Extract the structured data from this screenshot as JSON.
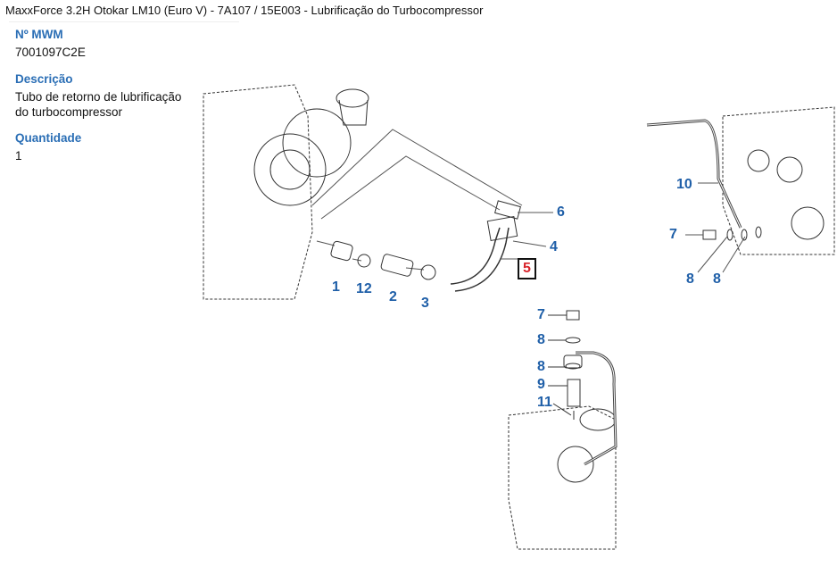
{
  "breadcrumb": "MaxxForce 3.2H Otokar LM10 (Euro V) - 7A107  /  15E003 - Lubrificação do Turbocompressor",
  "details": {
    "mwm_label": "Nº MWM",
    "mwm_value": "7001097C2E",
    "desc_label": "Descrição",
    "desc_value": "Tubo de retorno de lubrificação do turbocompressor",
    "qty_label": "Quantidade",
    "qty_value": "1"
  },
  "diagram": {
    "callouts": [
      "1",
      "12",
      "2",
      "3",
      "5",
      "4",
      "6",
      "10",
      "7",
      "8",
      "8",
      "7",
      "8",
      "8",
      "9",
      "11"
    ],
    "highlight_color": "#d8232a",
    "callout_color": "#1f5fa8"
  }
}
